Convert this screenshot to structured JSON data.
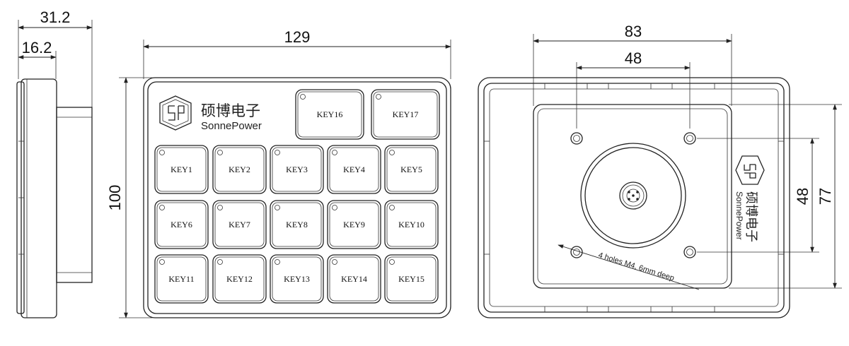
{
  "side_view": {
    "depth_total": "31.2",
    "depth_body": "16.2"
  },
  "front_view": {
    "width": "129",
    "height": "100",
    "brand_cn": "硕博电子",
    "brand_en": "SonnePower",
    "keys_top": [
      "KEY16",
      "KEY17"
    ],
    "keys_grid": [
      [
        "KEY1",
        "KEY2",
        "KEY3",
        "KEY4",
        "KEY5"
      ],
      [
        "KEY6",
        "KEY7",
        "KEY8",
        "KEY9",
        "KEY10"
      ],
      [
        "KEY11",
        "KEY12",
        "KEY13",
        "KEY14",
        "KEY15"
      ]
    ]
  },
  "back_view": {
    "width_outer": "83",
    "width_holes": "48",
    "height_holes": "48",
    "height_outer": "77",
    "hole_note": "4 holes M4, 6mm deep",
    "brand_cn": "硕博电子",
    "brand_en": "SonnePower"
  }
}
